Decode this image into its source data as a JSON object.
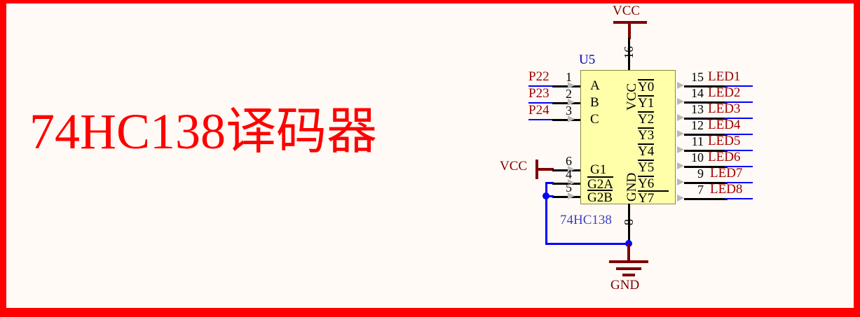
{
  "page": {
    "title_text": "74HC138译码器",
    "border_color": "#ff0000",
    "background_color": "#fffaf5"
  },
  "schematic": {
    "component": {
      "reference_designator": "U5",
      "part_name": "74HC138",
      "body_color": "#ffffaa",
      "designator_color": "#0000c0"
    },
    "power": {
      "vcc_top_label": "VCC",
      "vcc_top_pin": "16",
      "vcc_enable_label": "VCC",
      "gnd_label": "GND",
      "gnd_pin": "8",
      "vcc_pin_name": "VCC",
      "gnd_pin_name": "GND"
    },
    "inputs": [
      {
        "net": "P22",
        "pin": "1",
        "name": "A"
      },
      {
        "net": "P23",
        "pin": "2",
        "name": "B"
      },
      {
        "net": "P24",
        "pin": "3",
        "name": "C"
      }
    ],
    "enables": [
      {
        "net": "VCC",
        "pin": "6",
        "name": "G1",
        "overbar": false
      },
      {
        "net": "",
        "pin": "4",
        "name": "G2A",
        "overbar": true
      },
      {
        "net": "",
        "pin": "5",
        "name": "G2B",
        "overbar": true
      }
    ],
    "outputs": [
      {
        "pin": "15",
        "name": "Y0",
        "net": "LED1"
      },
      {
        "pin": "14",
        "name": "Y1",
        "net": "LED2"
      },
      {
        "pin": "13",
        "name": "Y2",
        "net": "LED3"
      },
      {
        "pin": "12",
        "name": "Y3",
        "net": "LED4"
      },
      {
        "pin": "11",
        "name": "Y4",
        "net": "LED5"
      },
      {
        "pin": "10",
        "name": "Y5",
        "net": "LED6"
      },
      {
        "pin": "9",
        "name": "Y6",
        "net": "LED7"
      },
      {
        "pin": "7",
        "name": "Y7",
        "net": "LED8"
      }
    ],
    "colors": {
      "net_label": "#a00000",
      "wire_black": "#000000",
      "wire_blue": "#0000ff",
      "power_symbol": "#800000"
    }
  }
}
